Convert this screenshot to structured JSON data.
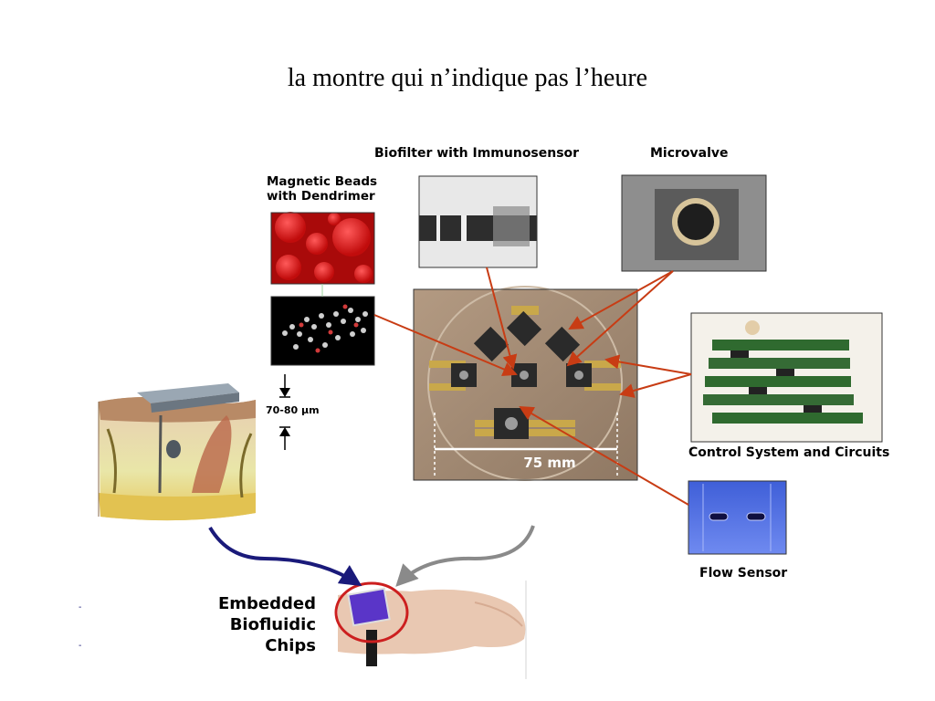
{
  "slide": {
    "title": "la montre qui n’indique pas l’heure"
  },
  "labels": {
    "biofilter": "Biofilter with Immunosensor",
    "microvalve": "Microvalve",
    "magnetic_beads": "Magnetic Beads\nwith Dendrimer",
    "control_system": "Control System and Circuits",
    "flow_sensor": "Flow Sensor",
    "embedded_chips": "Embedded\nBiofluidic\nChips",
    "thickness": "70-80 µm",
    "scale": "75 mm"
  },
  "colors": {
    "arrow_red": "#c83c14",
    "arrow_blue": "#1a1a7a",
    "arrow_gray": "#8a8a8a",
    "circle_red": "#cc1f1f",
    "bead_red": "#d81818",
    "chip_purple": "#5a35c8"
  }
}
